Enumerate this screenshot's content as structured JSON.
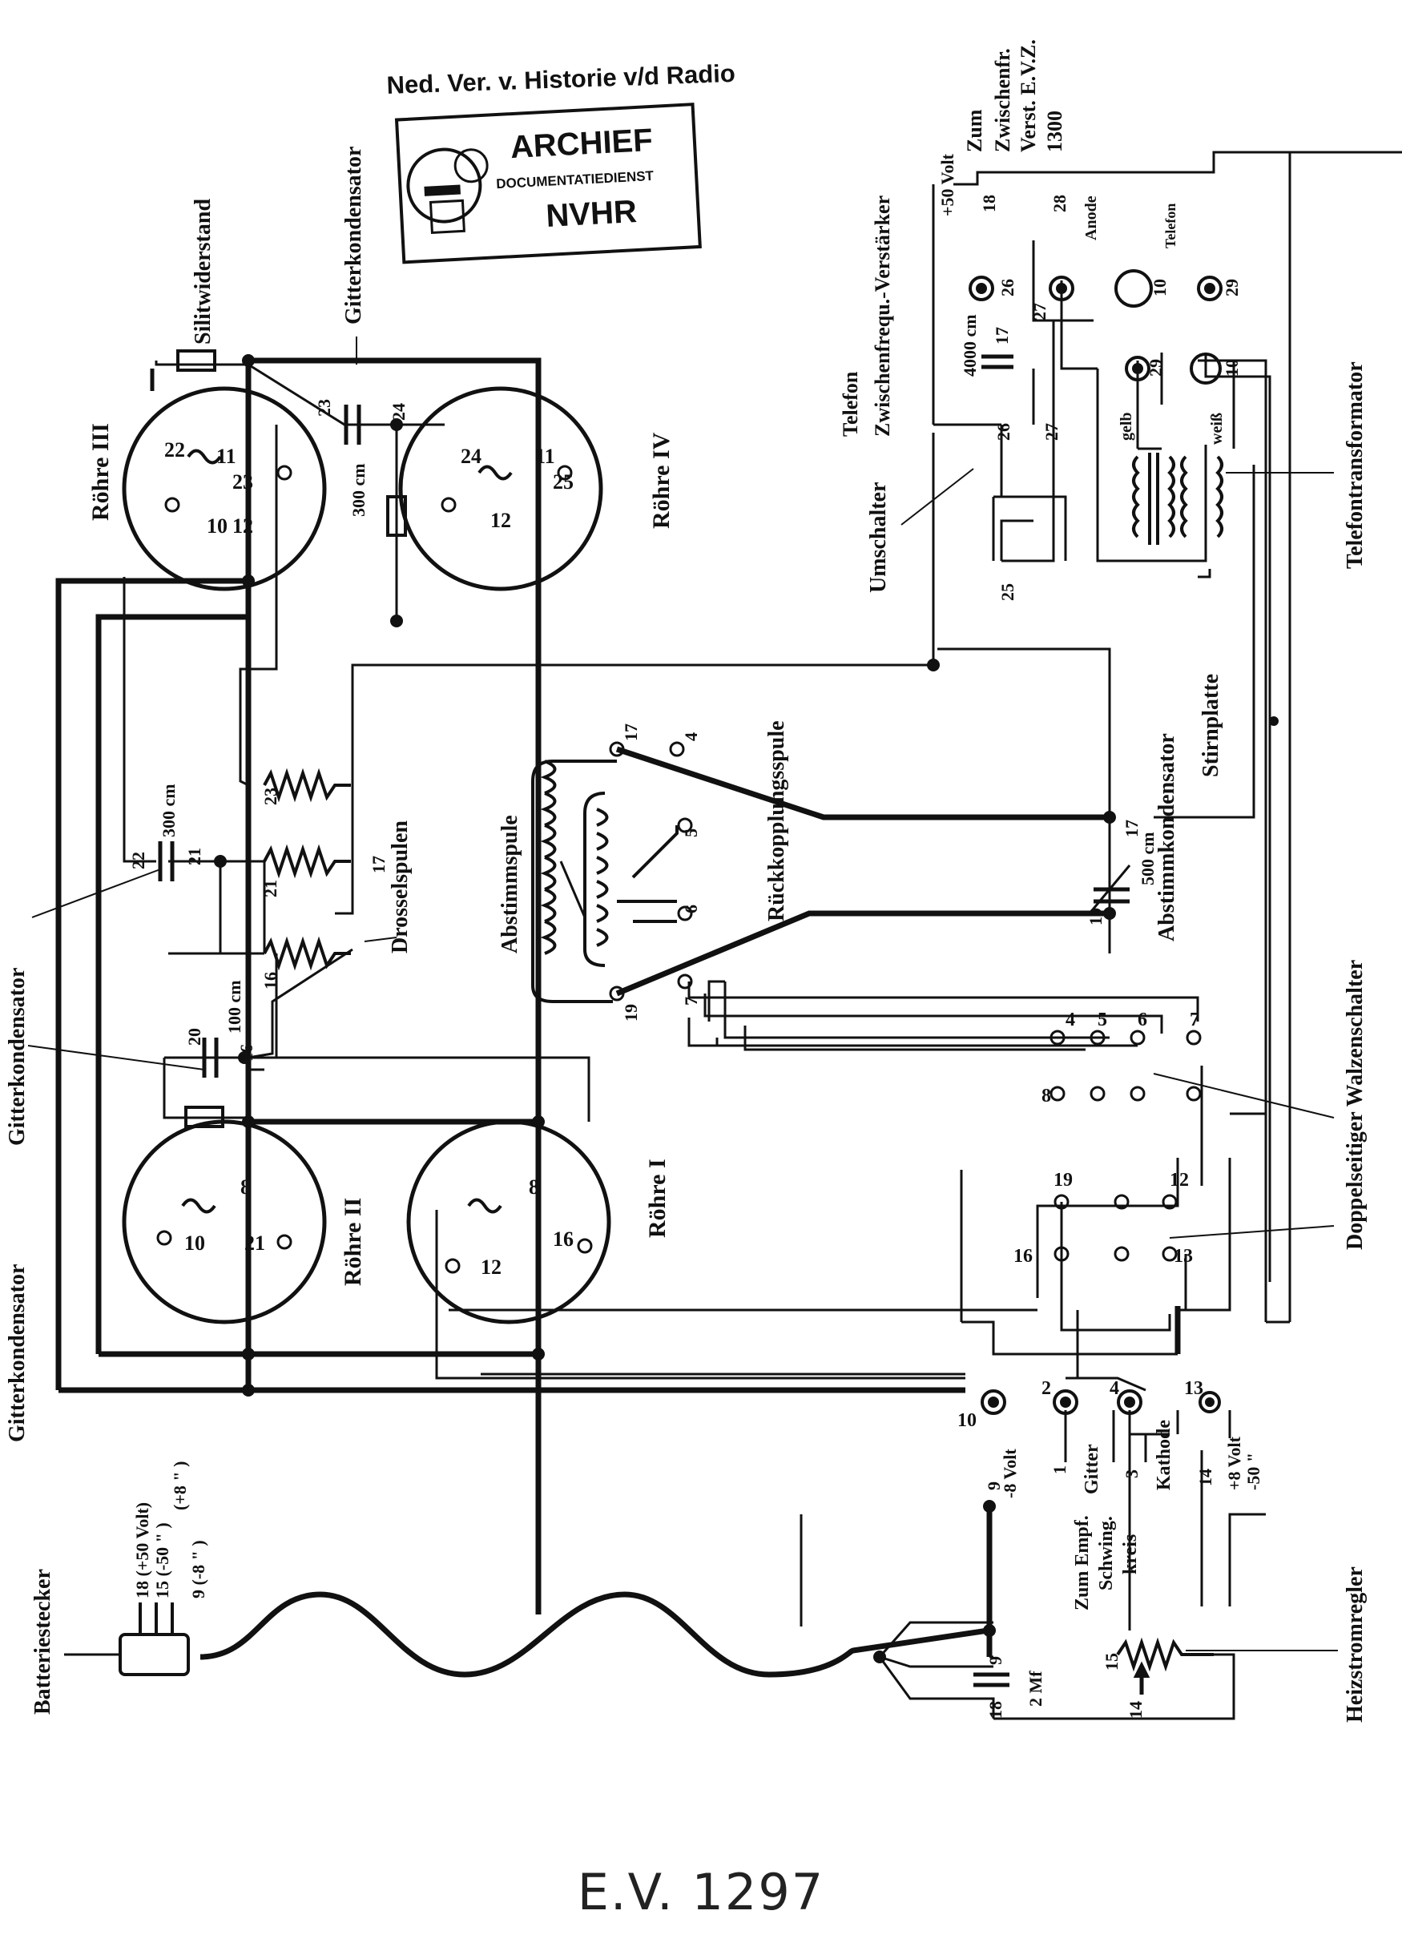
{
  "header": {
    "society": "Ned. Ver. v. Historie v/d Radio"
  },
  "stamp": {
    "line1": "ARCHIEF",
    "line2": "DOCUMENTATIEDIENST",
    "line3": "NVHR"
  },
  "footer": {
    "model": "E.V. 1297"
  },
  "tubes": {
    "r1": "Röhre I",
    "r2": "Röhre II",
    "r3": "Röhre III",
    "r4": "Röhre IV"
  },
  "labels": {
    "silit": "Silitwiderstand",
    "gitterkond_top": "Gitterkondensator",
    "gitterkond_left": "Gitterkondensator",
    "drossel": "Drosselspulen",
    "abstimmspule": "Abstimmspule",
    "rueck": "Rückkopplungsspule",
    "abstimmkond": "Abstimmkondensator",
    "stirnplatte": "Stirnplatte",
    "walzen": "Doppelseitiger Walzenschalter",
    "umschalter": "Umschalter",
    "telefon_zw_a": "Telefon",
    "telefon_zw_b": "Zwischenfrequ.-Verstärker",
    "zum_a": "Zum",
    "zum_b": "Zwischenfr.",
    "zum_c": "Verst. E.V.Z.",
    "zum_d": "1300",
    "telefontrafo": "Telefontransformator",
    "telefon_small": "Telefon",
    "anode": "Anode",
    "gelb": "gelb",
    "weiss": "weiß",
    "plus50": "+50 Volt",
    "batteriestecker": "Batteriestecker",
    "heizstrom": "Heizstromregler",
    "zum_empf_a": "Zum Empf.",
    "zum_empf_b": "Schwing.",
    "zum_empf_c": "kreis",
    "gitter": "Gitter",
    "kathode": "Kathode",
    "minus8": "-8 Volt",
    "plus8": "+8 Volt",
    "minus50": "-50 \"",
    "cap_300a": "300 cm",
    "cap_300b": "300 cm",
    "cap_100": "100 cm",
    "cap_500": "500 cm",
    "cap_4000": "4000 cm",
    "cap_2mf": "2 Mf",
    "bat_18": "18 (+50 Volt)",
    "bat_15": "15 (-50 \" )",
    "bat_15b": "(+8 \" )",
    "bat_9": "9 (-8 \" )"
  }
}
